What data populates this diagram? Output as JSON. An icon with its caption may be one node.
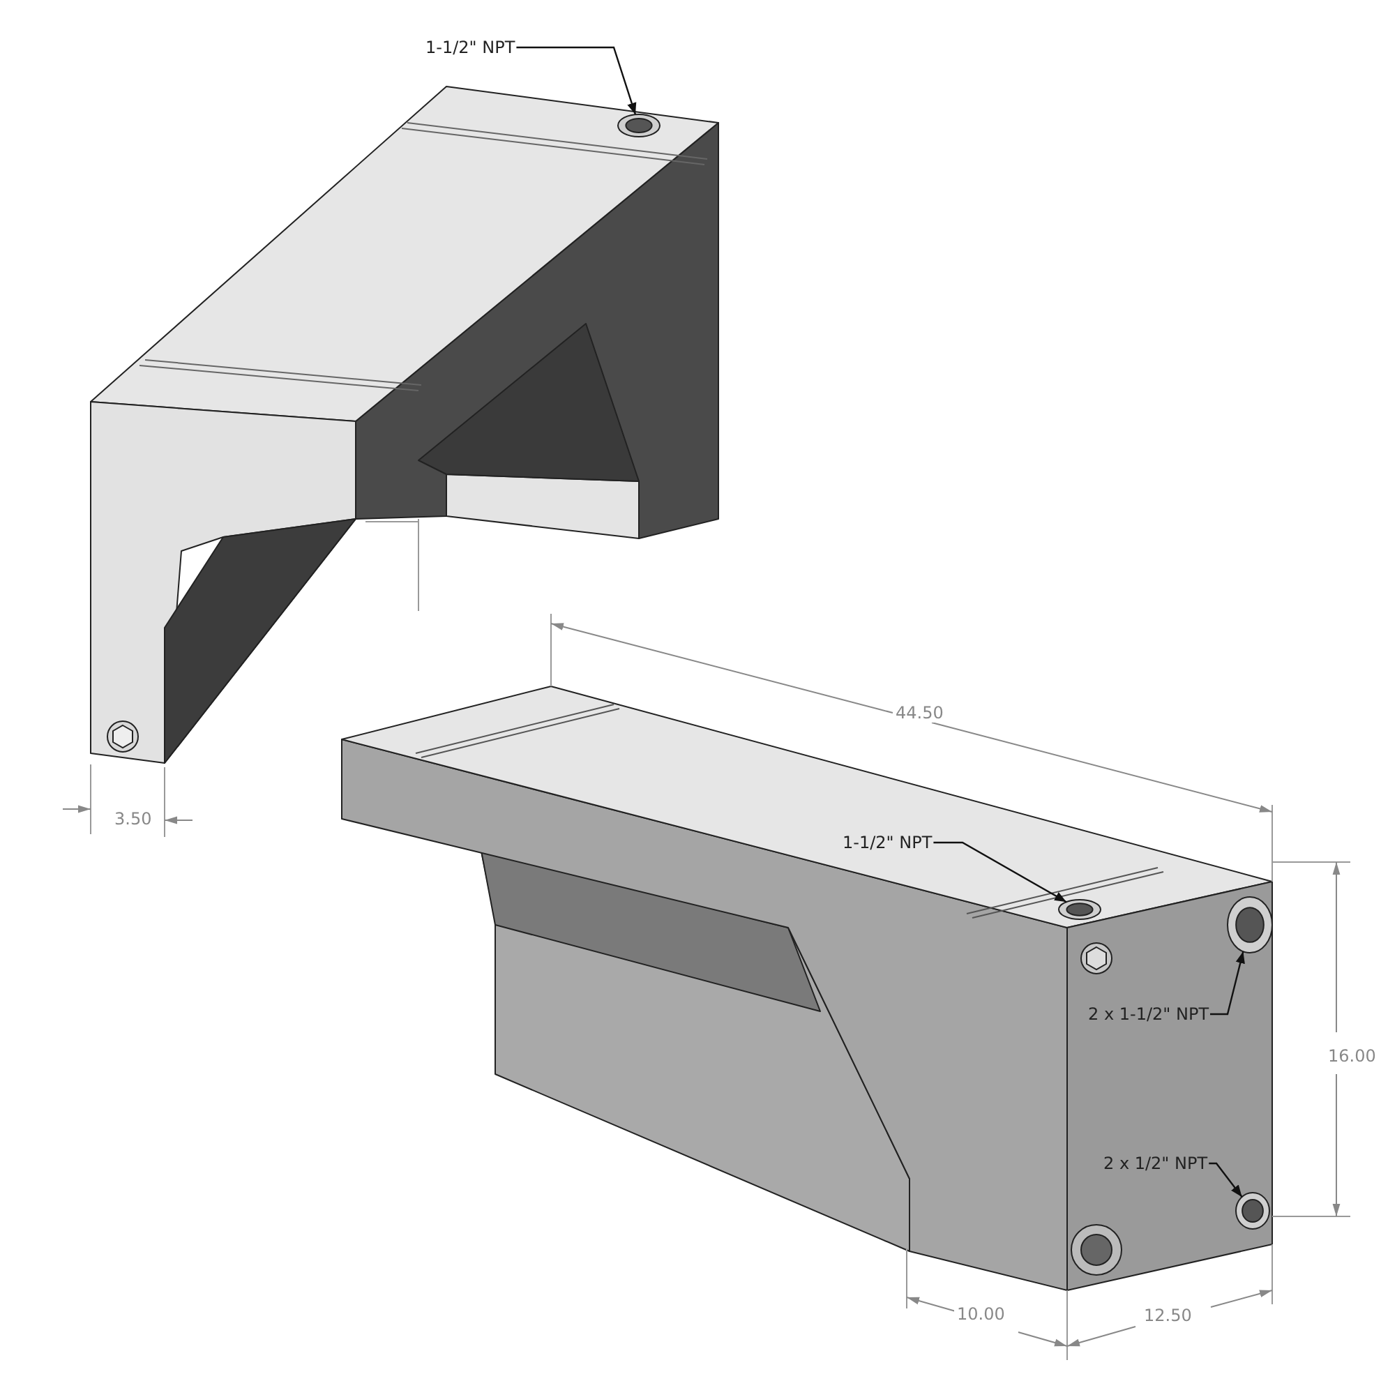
{
  "diagram": {
    "nodes": [
      {
        "text": [
          "1-1/2\" NPT"
        ]
      },
      {
        "text": [],
        "shape": "circle"
      },
      {
        "text": [
          "1-1/2\" NPT"
        ]
      },
      {
        "text": [],
        "shape": "circle"
      },
      {
        "text": [
          "2 x 1-1/2\" NPT"
        ]
      },
      {
        "text": [],
        "shape": "circle"
      },
      {
        "text": [
          "2 x 1/2\" NPT"
        ]
      },
      {
        "text": [],
        "shape": "circle"
      }
    ],
    "edges": [
      {
        "from": 0,
        "to": 1,
        "arrow": "to"
      },
      {
        "from": 2,
        "to": 3,
        "arrow": "to"
      },
      {
        "from": 4,
        "to": 5,
        "arrow": "to"
      },
      {
        "from": 6,
        "to": 7,
        "arrow": "to"
      }
    ],
    "labels": [
      "44.50",
      "3.50",
      "16.00",
      "10.00",
      "12.50"
    ]
  }
}
